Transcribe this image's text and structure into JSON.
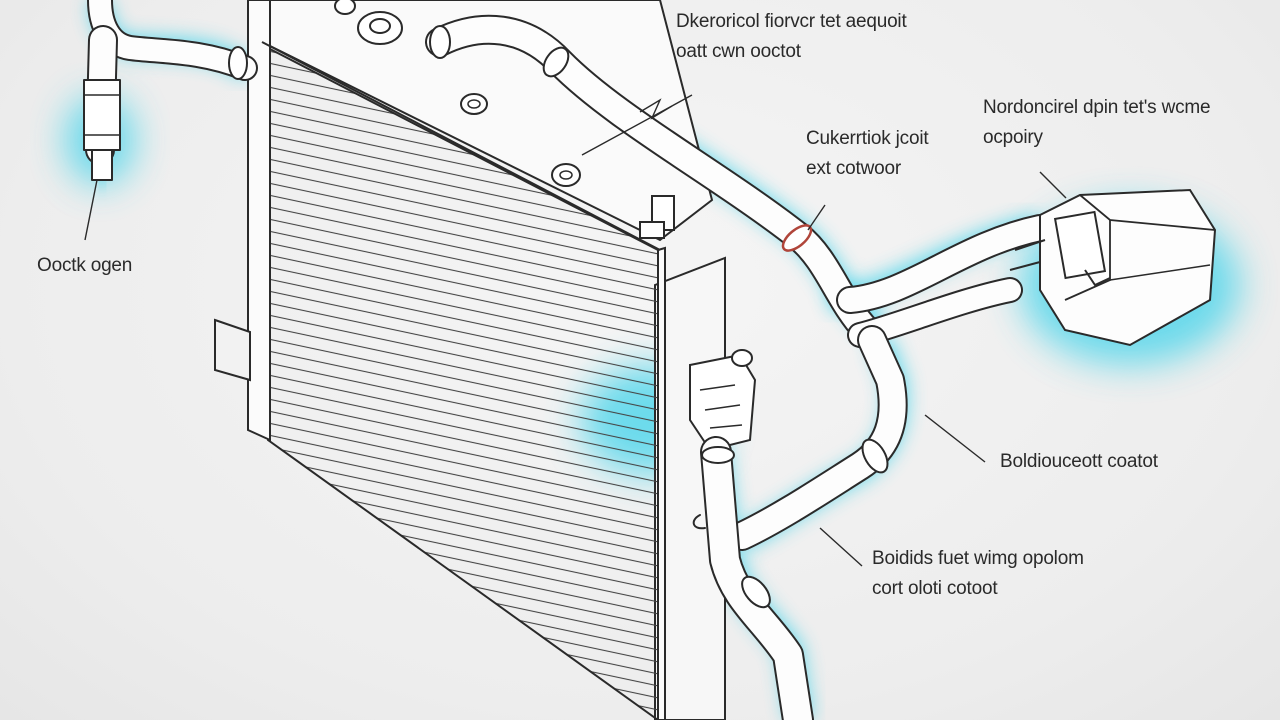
{
  "colors": {
    "ink": "#2a2a2a",
    "glow": "#3fd3ea",
    "background": "#efefef"
  },
  "callouts": {
    "top": {
      "line1": "Dkeroricol fiorvcr tet aequoit",
      "line2": "oatt cwn ooctot"
    },
    "middle": {
      "line1": "Cukerrtiok jcoit",
      "line2": "ext cotwoor"
    },
    "reservoir": {
      "line1": "Nordoncirel dpin tet's wcme",
      "line2": "ocpoiry"
    },
    "left": {
      "line1": "Ooctk ogen"
    },
    "lower_right": {
      "line1": "Boldiouceott coatot"
    },
    "bottom": {
      "line1": "Boidids fuet wimg opolom",
      "line2": "cort oloti cotoot"
    }
  }
}
